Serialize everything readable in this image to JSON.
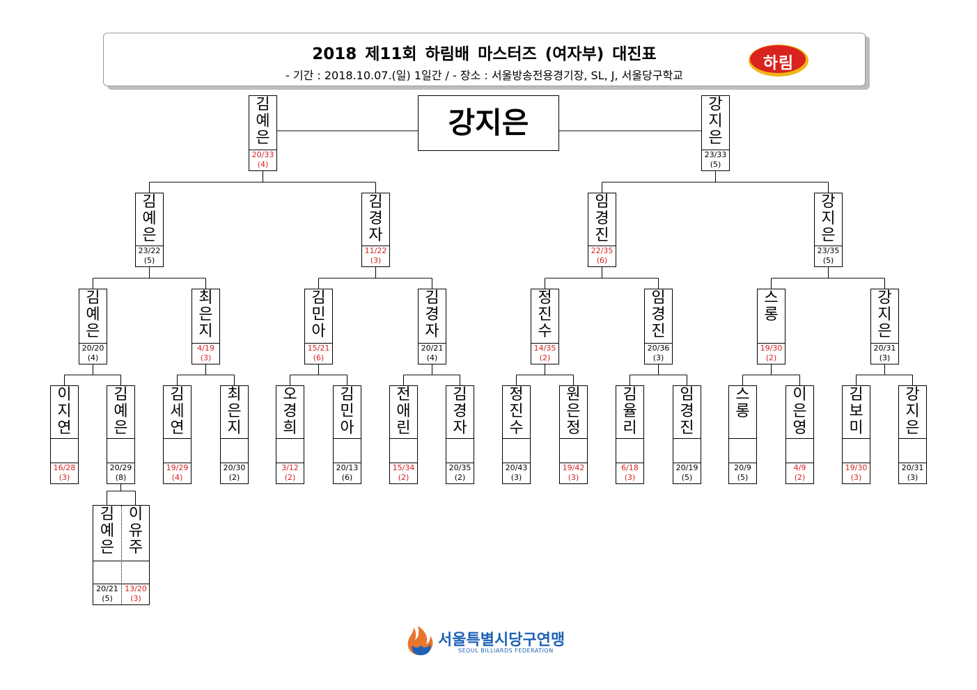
{
  "header": {
    "title": "2018 제11회 하림배 마스터즈 (여자부) 대진표",
    "subtitle": "- 기간 : 2018.10.07.(일) 1일간 / - 장소 : 서울방송전용경기장, SL, J, 서울당구학교",
    "logo_text": "하림"
  },
  "champion": "강지은",
  "colors": {
    "loss_score": "#d42020",
    "federation_blue": "#1d62b5",
    "logo_red": "#d8231e",
    "logo_gold": "#f2b418"
  },
  "footer": {
    "name": "서울특별시당구연맹",
    "sub": "SEOUL BILLIARDS FEDERATION",
    "icon": "federation-flame-icon"
  },
  "prelim": {
    "left": {
      "name": "김예은",
      "score": "20/21",
      "inning": "(5)",
      "loss": false
    },
    "right": {
      "name": "이유주",
      "score": "13/20",
      "inning": "(3)",
      "loss": true
    }
  },
  "r32": [
    {
      "name": "이지연",
      "score": "16/28",
      "inning": "(3)",
      "loss": true
    },
    {
      "name": "김예은",
      "score": "20/29",
      "inning": "(8)",
      "loss": false
    },
    {
      "name": "김세연",
      "score": "19/29",
      "inning": "(4)",
      "loss": true
    },
    {
      "name": "최은지",
      "score": "20/30",
      "inning": "(2)",
      "loss": false
    },
    {
      "name": "오경희",
      "score": "3/12",
      "inning": "(2)",
      "loss": true
    },
    {
      "name": "김민아",
      "score": "20/13",
      "inning": "(6)",
      "loss": false
    },
    {
      "name": "전애린",
      "score": "15/34",
      "inning": "(2)",
      "loss": true
    },
    {
      "name": "김경자",
      "score": "20/35",
      "inning": "(2)",
      "loss": false
    },
    {
      "name": "정진수",
      "score": "20/43",
      "inning": "(3)",
      "loss": false
    },
    {
      "name": "원은정",
      "score": "19/42",
      "inning": "(3)",
      "loss": true
    },
    {
      "name": "김율리",
      "score": "6/18",
      "inning": "(3)",
      "loss": true
    },
    {
      "name": "임경진",
      "score": "20/19",
      "inning": "(5)",
      "loss": false
    },
    {
      "name": "스롱",
      "score": "20/9",
      "inning": "(5)",
      "loss": false
    },
    {
      "name": "이은영",
      "score": "4/9",
      "inning": "(2)",
      "loss": true
    },
    {
      "name": "김보미",
      "score": "19/30",
      "inning": "(3)",
      "loss": true
    },
    {
      "name": "강지은",
      "score": "20/31",
      "inning": "(3)",
      "loss": false
    }
  ],
  "r16": [
    {
      "name": "김예은",
      "score": "20/20",
      "inning": "(4)",
      "loss": false
    },
    {
      "name": "최은지",
      "score": "4/19",
      "inning": "(3)",
      "loss": true
    },
    {
      "name": "김민아",
      "score": "15/21",
      "inning": "(6)",
      "loss": true
    },
    {
      "name": "김경자",
      "score": "20/21",
      "inning": "(4)",
      "loss": false
    },
    {
      "name": "정진수",
      "score": "14/35",
      "inning": "(2)",
      "loss": true
    },
    {
      "name": "임경진",
      "score": "20/36",
      "inning": "(3)",
      "loss": false
    },
    {
      "name": "스롱",
      "score": "19/30",
      "inning": "(2)",
      "loss": true
    },
    {
      "name": "강지은",
      "score": "20/31",
      "inning": "(3)",
      "loss": false
    }
  ],
  "qf": [
    {
      "name": "김예은",
      "score": "23/22",
      "inning": "(5)",
      "loss": false
    },
    {
      "name": "김경자",
      "score": "11/22",
      "inning": "(3)",
      "loss": true
    },
    {
      "name": "임경진",
      "score": "22/35",
      "inning": "(6)",
      "loss": true
    },
    {
      "name": "강지은",
      "score": "23/35",
      "inning": "(5)",
      "loss": false
    }
  ],
  "sf": [
    {
      "name": "김예은",
      "score": "20/33",
      "inning": "(4)",
      "loss": true
    },
    {
      "name": "강지은",
      "score": "23/33",
      "inning": "(5)",
      "loss": false
    }
  ]
}
